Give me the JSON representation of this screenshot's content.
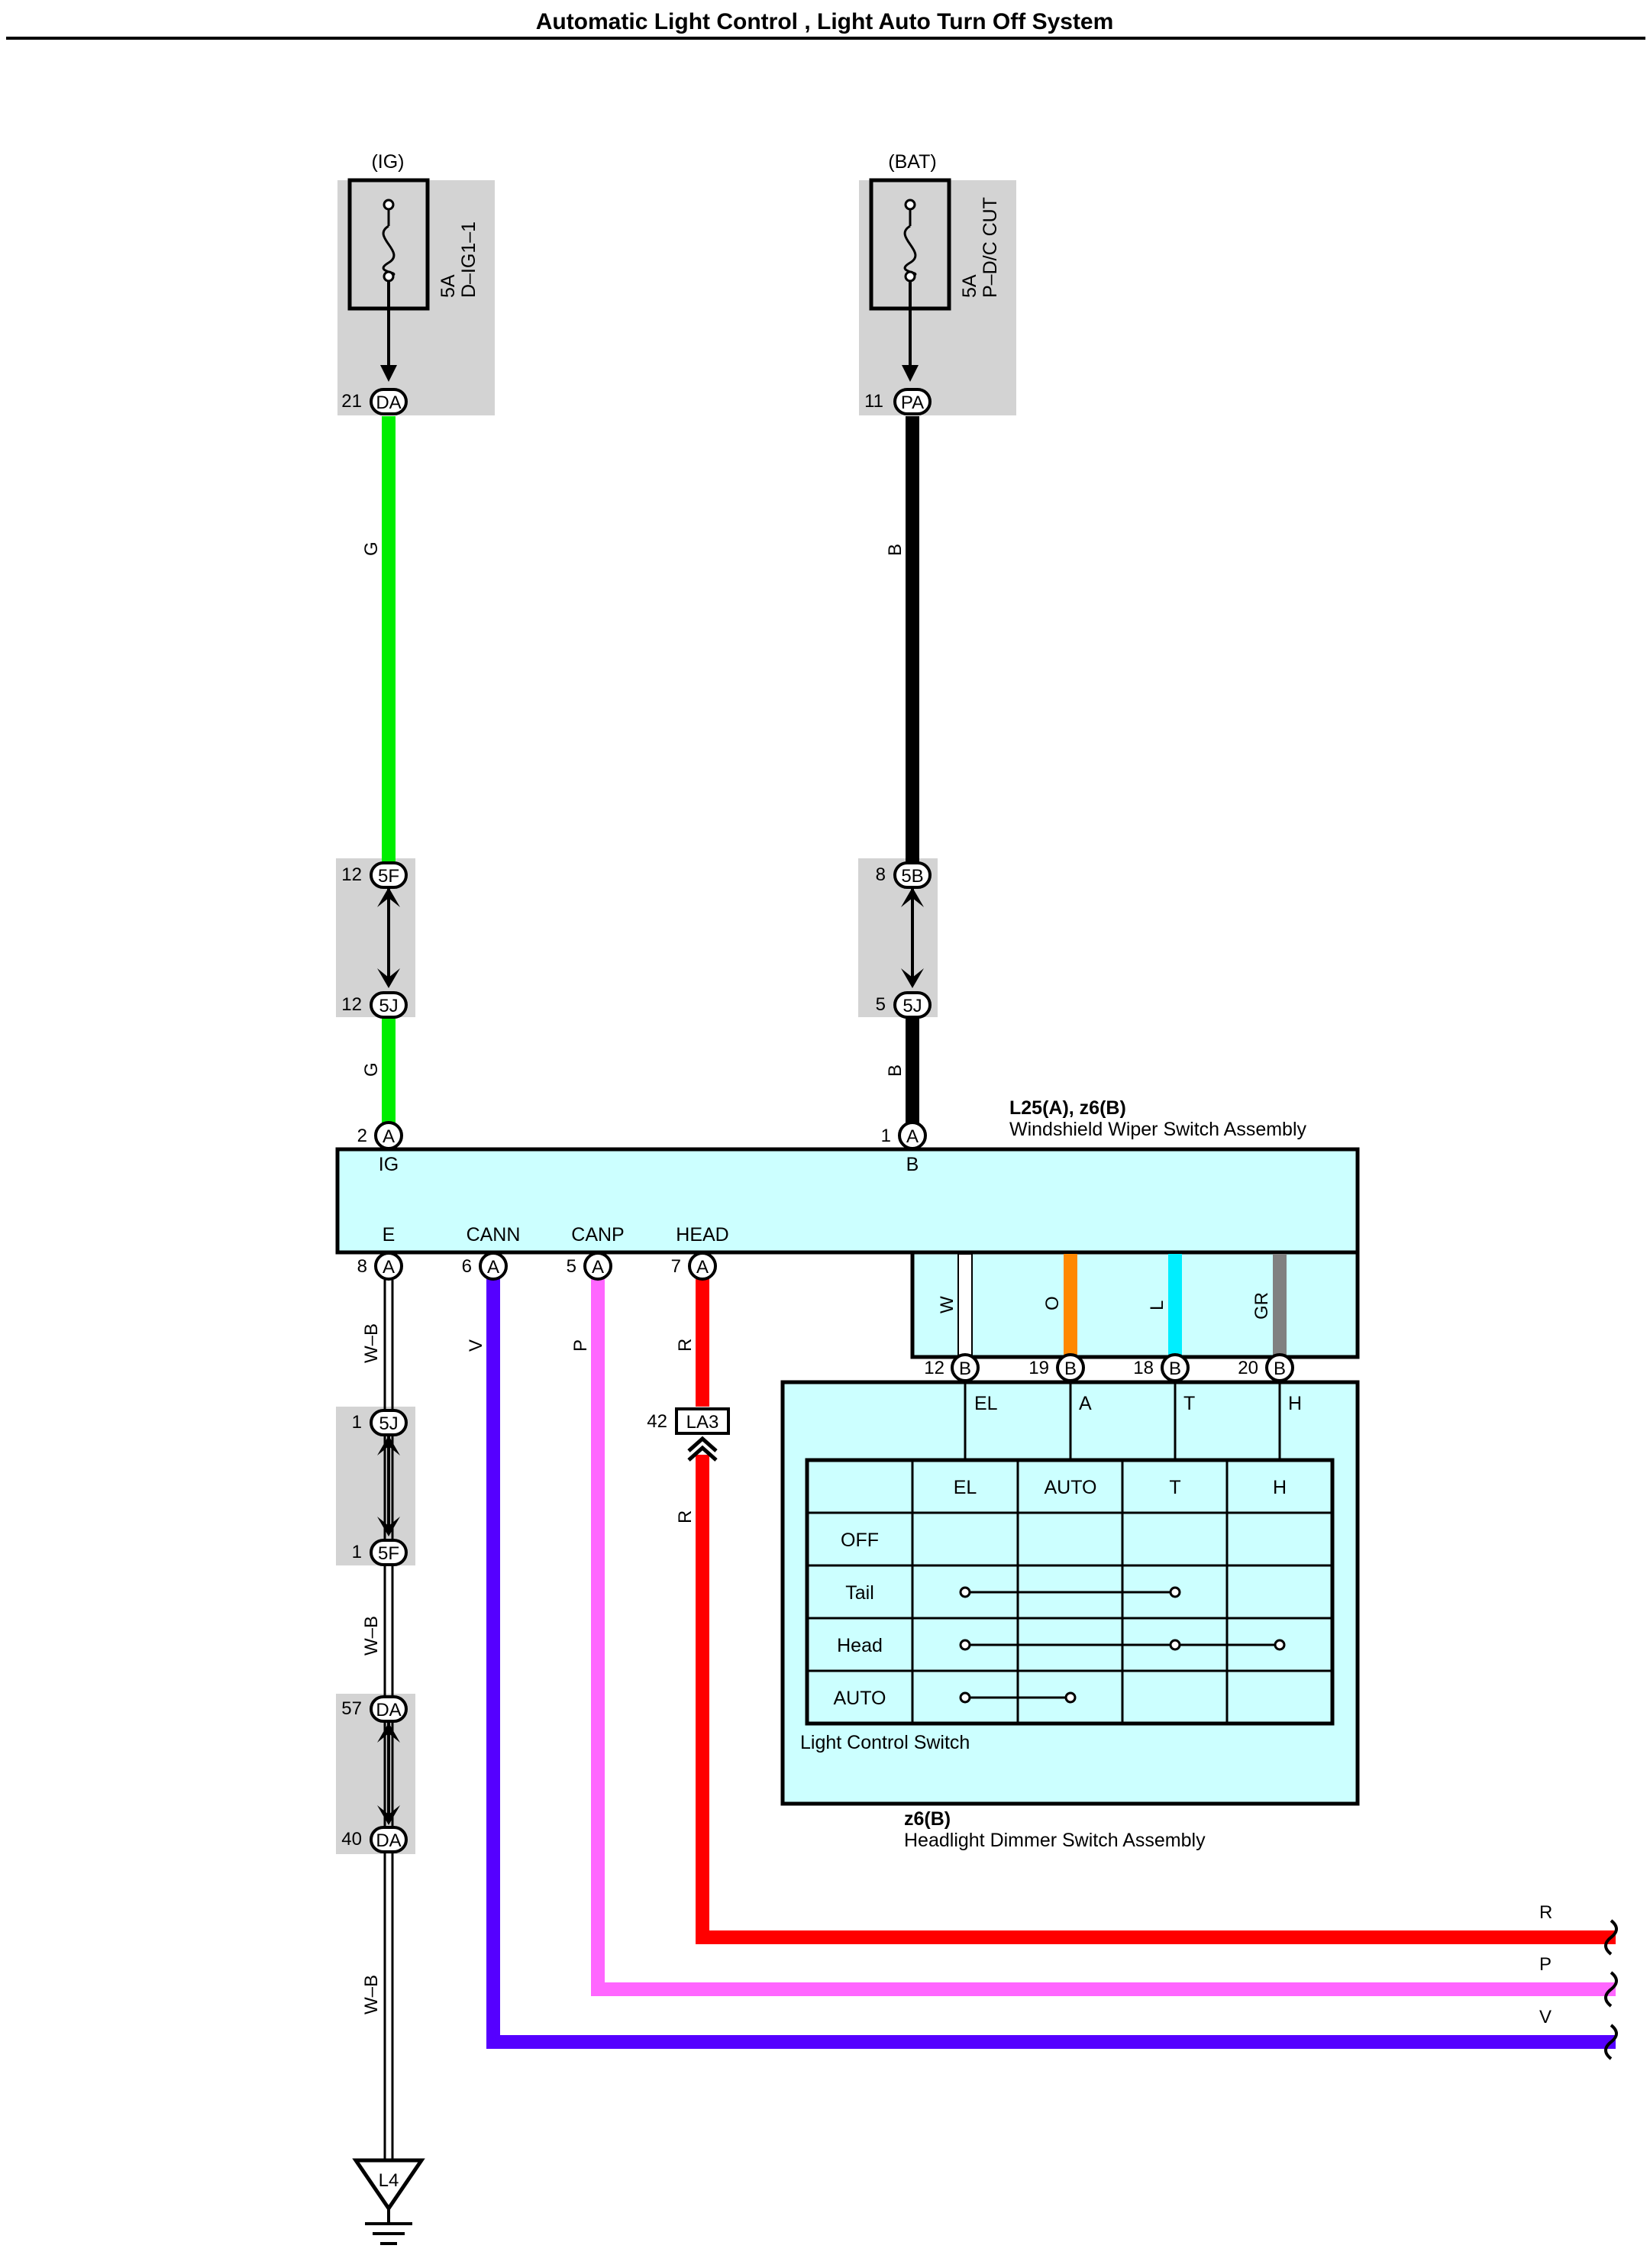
{
  "title": "Automatic Light Control , Light Auto Turn Off System",
  "fuses": [
    {
      "power": "(IG)",
      "rating": "5A",
      "name": "D–IG1–1",
      "pin": "21",
      "connector": "DA"
    },
    {
      "power": "(BAT)",
      "rating": "5A",
      "name": "P–D/C CUT",
      "pin": "11",
      "connector": "PA"
    }
  ],
  "wire_colors": {
    "G": "#00ee00",
    "B": "#000000",
    "R": "#ff0000",
    "P": "#ff66ff",
    "V": "#5500ff",
    "W": "#ffffff",
    "O": "#ff8800",
    "L": "#00eeff",
    "GR": "#808080"
  },
  "left_column": {
    "top_wire_label": "G",
    "mid_wire_label": "G",
    "junction": [
      {
        "pin": "12",
        "connector": "5F"
      },
      {
        "pin": "12",
        "connector": "5J"
      }
    ]
  },
  "right_column": {
    "top_wire_label": "B",
    "mid_wire_label": "B",
    "junction": [
      {
        "pin": "8",
        "connector": "5B"
      },
      {
        "pin": "5",
        "connector": "5J"
      }
    ]
  },
  "wiper_switch": {
    "code": "L25(A), z6(B)",
    "name": "Windshield Wiper Switch Assembly",
    "top_pins": [
      {
        "pin": "2",
        "connector": "A",
        "terminal": "IG"
      },
      {
        "pin": "1",
        "connector": "A",
        "terminal": "B"
      }
    ],
    "bottom_pins": [
      {
        "pin": "8",
        "connector": "A",
        "terminal": "E",
        "wire": "W–B"
      },
      {
        "pin": "6",
        "connector": "A",
        "terminal": "CANN",
        "wire": "V"
      },
      {
        "pin": "5",
        "connector": "A",
        "terminal": "CANP",
        "wire": "P"
      },
      {
        "pin": "7",
        "connector": "A",
        "terminal": "HEAD",
        "wire": "R"
      }
    ],
    "inner_wires": [
      "W",
      "O",
      "L",
      "GR"
    ]
  },
  "dimmer_switch": {
    "code": "z6(B)",
    "name": "Headlight Dimmer Switch Assembly",
    "pins": [
      {
        "pin": "12",
        "connector": "B",
        "terminal": "EL"
      },
      {
        "pin": "19",
        "connector": "B",
        "terminal": "A"
      },
      {
        "pin": "18",
        "connector": "B",
        "terminal": "T"
      },
      {
        "pin": "20",
        "connector": "B",
        "terminal": "H"
      }
    ],
    "table_label": "Light Control Switch",
    "columns": [
      "EL",
      "AUTO",
      "T",
      "H"
    ],
    "rows": [
      "OFF",
      "Tail",
      "Head",
      "AUTO"
    ]
  },
  "ground_column": {
    "wire_label": "W–B",
    "junctions": [
      [
        {
          "pin": "1",
          "connector": "5J"
        },
        {
          "pin": "1",
          "connector": "5F"
        }
      ],
      [
        {
          "pin": "57",
          "connector": "DA"
        },
        {
          "pin": "40",
          "connector": "DA"
        }
      ]
    ],
    "ground": "L4"
  },
  "head_connector": {
    "pin": "42",
    "connector": "LA3",
    "wire": "R"
  },
  "exits": [
    "R",
    "P",
    "V"
  ]
}
